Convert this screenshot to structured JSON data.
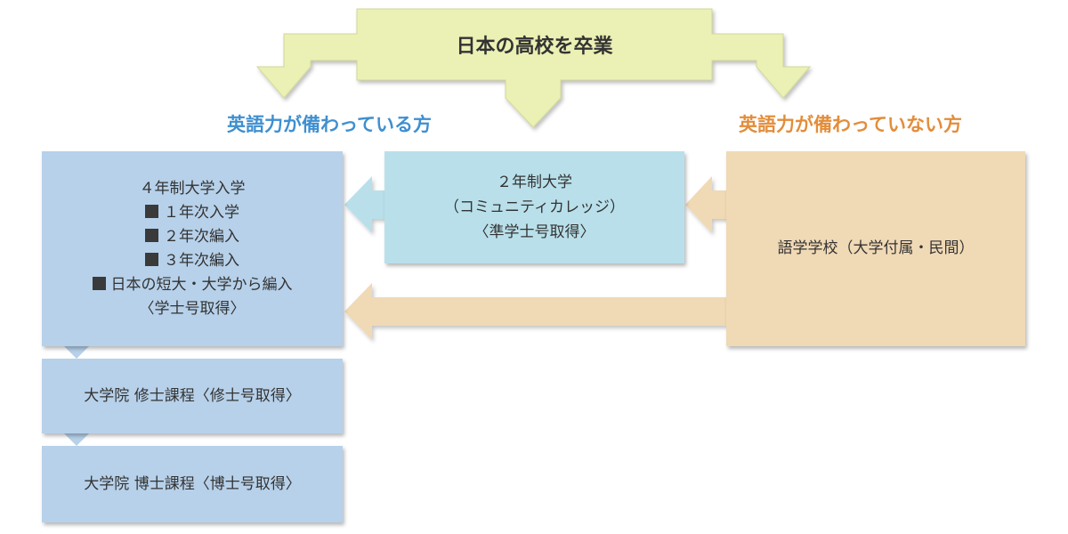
{
  "colors": {
    "top_arrow": "#ebf0b4",
    "top_arrow_border": "#d2d89a",
    "fluent_heading": "#3f8fd0",
    "nonfluent_heading": "#e38d3a",
    "university_box": "#b7d1ea",
    "community_box": "#b9e0ea",
    "language_box": "#f0d9b5",
    "blue_arrow": "#b9e0ea",
    "tan_arrow": "#f0d9b5"
  },
  "top": {
    "title": "日本の高校を卒業"
  },
  "headings": {
    "fluent": "英語力が備わっている方",
    "nonfluent": "英語力が備わっていない方"
  },
  "university": {
    "title": "４年制大学入学",
    "items": [
      "１年次入学",
      "２年次編入",
      "３年次編入",
      "日本の短大・大学から編入"
    ],
    "degree": "〈学士号取得〉"
  },
  "community_college": {
    "line1": "２年制大学",
    "line2": "（コミュニティカレッジ）",
    "degree": "〈準学士号取得〉"
  },
  "language_school": {
    "label": "語学学校（大学付属・民間）"
  },
  "masters": {
    "label": "大学院 修士課程〈修士号取得〉"
  },
  "doctorate": {
    "label": "大学院 博士課程〈博士号取得〉"
  }
}
